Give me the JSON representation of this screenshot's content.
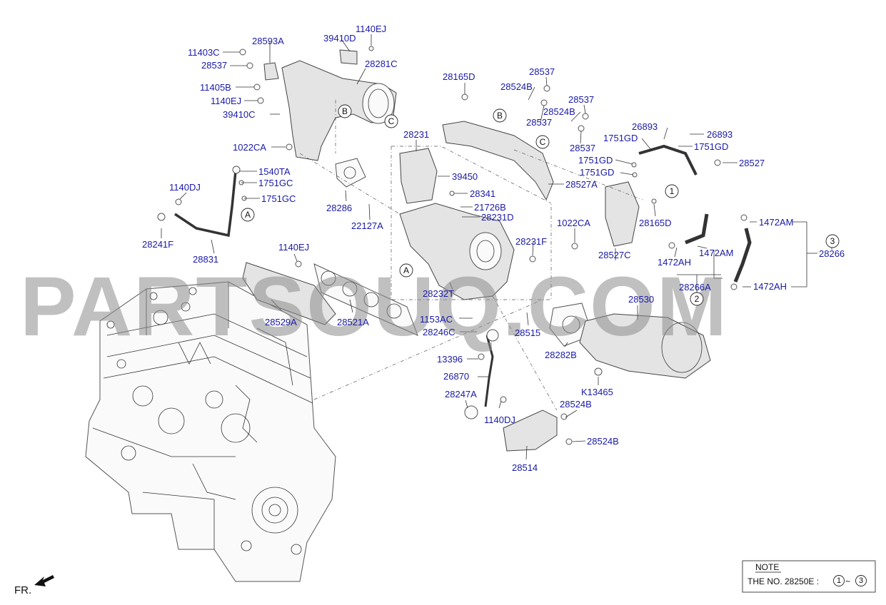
{
  "watermark": "PARTSOUQ.COM",
  "orientation_label": "FR.",
  "note": {
    "title": "NOTE",
    "text": "THE NO. 28250E :",
    "range_start": "1",
    "range_sep": "~",
    "range_end": "3"
  },
  "labels": {
    "l11403C": "11403C",
    "l28593A": "28593A",
    "l39410D": "39410D",
    "l1140EJ_a": "1140EJ",
    "l28537_a": "28537",
    "l28281C": "28281C",
    "l11405B": "11405B",
    "l1140EJ_b": "1140EJ",
    "l39410C": "39410C",
    "l1022CA_a": "1022CA",
    "l28165D_a": "28165D",
    "l28537_b": "28537",
    "l28524B_a": "28524B",
    "l28537_c": "28537",
    "l28524B_b": "28524B",
    "l28537_d": "28537",
    "l28537_e": "28537",
    "l28231": "28231",
    "l39450": "39450",
    "l28341": "28341",
    "l21726B": "21726B",
    "l28231D": "28231D",
    "l28527A": "28527A",
    "l26893_a": "26893",
    "l26893_b": "26893",
    "l1751GD_a": "1751GD",
    "l1751GD_b": "1751GD",
    "l1751GD_c": "1751GD",
    "l1751GD_d": "1751GD",
    "l28527": "28527",
    "l1540TA": "1540TA",
    "l1751GC_a": "1751GC",
    "l1751GC_b": "1751GC",
    "l1140DJ_a": "1140DJ",
    "l28286": "28286",
    "l22127A": "22127A",
    "l28241F": "28241F",
    "l28831": "28831",
    "l1022CA_b": "1022CA",
    "l28231F": "28231F",
    "l28165D_b": "28165D",
    "l28527C": "28527C",
    "l1472AM_a": "1472AM",
    "l1472AM_b": "1472AM",
    "l1472AH_a": "1472AH",
    "l1472AH_b": "1472AH",
    "l28266": "28266",
    "l28266A": "28266A",
    "l1140EJ_c": "1140EJ",
    "l28232T": "28232T",
    "l28529A": "28529A",
    "l28521A": "28521A",
    "l28530": "28530",
    "l1153AC": "1153AC",
    "l28246C": "28246C",
    "l28515": "28515",
    "l28282B": "28282B",
    "l13396": "13396",
    "l26870": "26870",
    "l28247A": "28247A",
    "l1140DJ_b": "1140DJ",
    "l28524B_c": "28524B",
    "l28524B_d": "28524B",
    "l28514": "28514",
    "lK13465": "K13465"
  },
  "callouts": {
    "A": "A",
    "B": "B",
    "C": "C",
    "one": "1",
    "two": "2",
    "three": "3"
  }
}
